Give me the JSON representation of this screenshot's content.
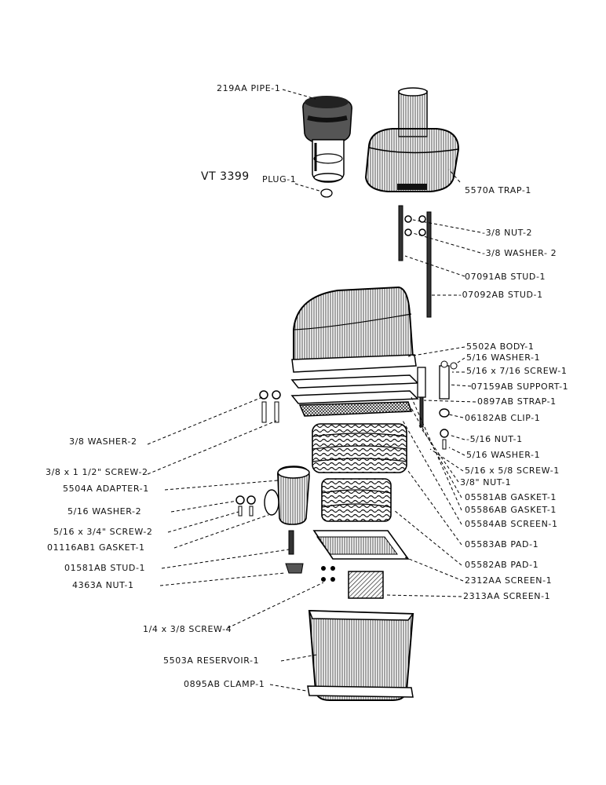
{
  "catalog_number": "VT 3399",
  "parts": [
    {
      "id": "pipe",
      "label": "219AA PIPE-1"
    },
    {
      "id": "plug",
      "label": "PLUG-1"
    },
    {
      "id": "trap",
      "label": "5570A TRAP-1"
    },
    {
      "id": "nut-2",
      "label": "-3/8 NUT-2"
    },
    {
      "id": "washer-2-top",
      "label": "-3/8 WASHER- 2"
    },
    {
      "id": "stud-07091",
      "label": "07091AB STUD-1"
    },
    {
      "id": "stud-07092",
      "label": "-07092AB STUD-1"
    },
    {
      "id": "body",
      "label": "5502A BODY-1"
    },
    {
      "id": "washer-516-top",
      "label": "5/16 WASHER-1"
    },
    {
      "id": "screw-516x716",
      "label": "5/16 x 7/16 SCREW-1"
    },
    {
      "id": "support",
      "label": "07159AB SUPPORT-1"
    },
    {
      "id": "strap",
      "label": "0897AB STRAP-1"
    },
    {
      "id": "clip",
      "label": "06182AB CLIP-1"
    },
    {
      "id": "nut-516",
      "label": "-5/16 NUT-1"
    },
    {
      "id": "washer-516-low",
      "label": "5/16 WASHER-1"
    },
    {
      "id": "screw-516x58",
      "label": "5/16 x 5/8 SCREW-1"
    },
    {
      "id": "nut-38",
      "label": "3/8\" NUT-1"
    },
    {
      "id": "gasket-05581",
      "label": "05581AB GASKET-1"
    },
    {
      "id": "gasket-05586",
      "label": "05586AB GASKET-1"
    },
    {
      "id": "screen-05584",
      "label": "05584AB SCREEN-1"
    },
    {
      "id": "pad-05583",
      "label": "05583AB PAD-1"
    },
    {
      "id": "pad-05582",
      "label": "05582AB PAD-1"
    },
    {
      "id": "screen-2312",
      "label": "2312AA SCREEN-1"
    },
    {
      "id": "screen-2313",
      "label": "2313AA SCREEN-1"
    },
    {
      "id": "washer-38-left",
      "label": "3/8 WASHER-2"
    },
    {
      "id": "screw-38x112",
      "label": "3/8 x 1 1/2\" SCREW-2"
    },
    {
      "id": "adapter",
      "label": "5504A ADAPTER-1"
    },
    {
      "id": "washer-516-left",
      "label": "5/16 WASHER-2"
    },
    {
      "id": "screw-516x34",
      "label": "5/16 x 3/4\" SCREW-2"
    },
    {
      "id": "gasket-01116",
      "label": "01116AB1 GASKET-1"
    },
    {
      "id": "stud-01581",
      "label": "01581AB STUD-1"
    },
    {
      "id": "nut-4363",
      "label": "4363A NUT-1"
    },
    {
      "id": "screw-14x38",
      "label": "1/4 x 3/8 SCREW-4"
    },
    {
      "id": "reservoir",
      "label": "5503A RESERVOIR-1"
    },
    {
      "id": "clamp",
      "label": "0895AB CLAMP-1"
    }
  ]
}
